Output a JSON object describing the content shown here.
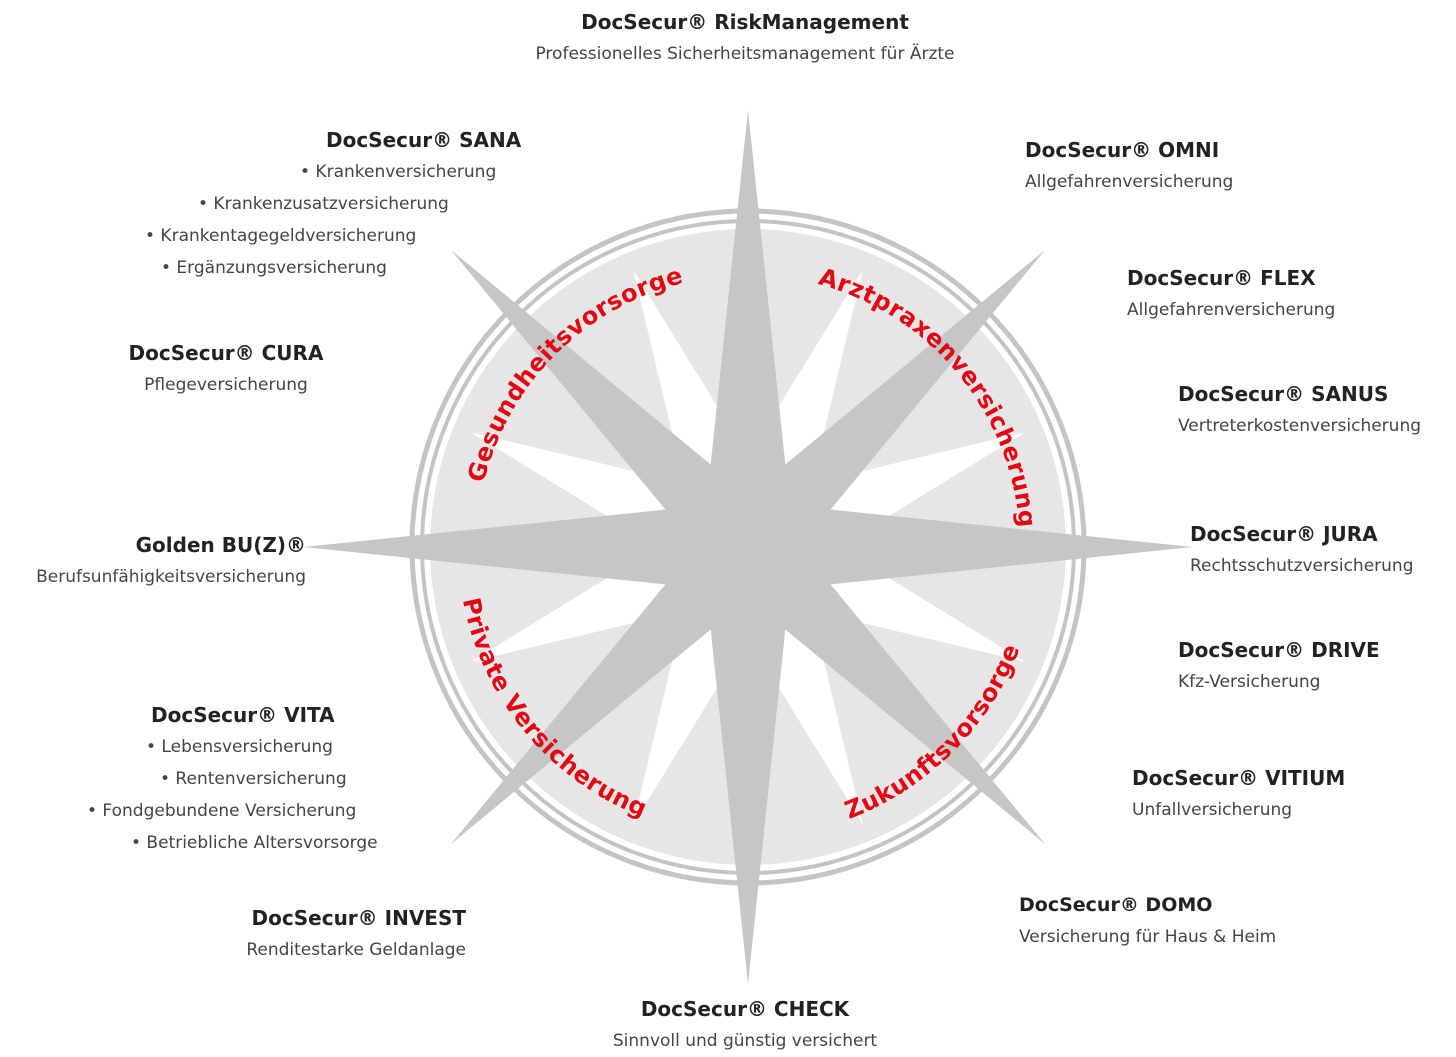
{
  "accent_color": "#e30613",
  "star_color": "#c6c6c6",
  "disc_color": "#e6e6e6",
  "ring_color": "#bcbcbc",
  "sections": {
    "health": "Gesundheitsvorsorge",
    "practice": "Arztpraxenversicherung",
    "private": "Private Versicherung",
    "future": "Zukunftsvorsorge"
  },
  "products": {
    "risk": {
      "title": "DocSecur® RiskManagement",
      "sub": "Professionelles Sicherheitsmanagement für Ärzte"
    },
    "omni": {
      "title": "DocSecur® OMNI",
      "sub": "Allgefahrenversicherung"
    },
    "flex": {
      "title": "DocSecur® FLEX",
      "sub": "Allgefahrenversicherung"
    },
    "sanus": {
      "title": "DocSecur® SANUS",
      "sub": "Vertreterkostenversicherung"
    },
    "jura": {
      "title": "DocSecur® JURA",
      "sub": "Rechtsschutzversicherung"
    },
    "drive": {
      "title": "DocSecur® DRIVE",
      "sub": "Kfz-Versicherung"
    },
    "vitium": {
      "title": "DocSecur® VITIUM",
      "sub": "Unfallversicherung"
    },
    "domo": {
      "title": "DocSecur® DOMO",
      "sub": "Versicherung für Haus & Heim"
    },
    "check": {
      "title": "DocSecur® CHECK",
      "sub": "Sinnvoll und günstig versichert"
    },
    "invest": {
      "title": "DocSecur® INVEST",
      "sub": "Renditestarke Geldanlage"
    },
    "vita": {
      "title": "DocSecur® VITA",
      "bullets": [
        "• Lebensversicherung",
        "• Rentenversicherung",
        "• Fondgebundene Versicherung",
        "• Betriebliche Altersvorsorge"
      ]
    },
    "golden": {
      "title": "Golden BU(Z)®",
      "sub": "Berufsunfähigkeitsversicherung"
    },
    "cura": {
      "title": "DocSecur® CURA",
      "sub": "Pflegeversicherung"
    },
    "sana": {
      "title": "DocSecur® SANA",
      "bullets": [
        "• Krankenversicherung",
        "• Krankenzusatzversicherung",
        "• Krankentagegeldversicherung",
        "• Ergänzungsversicherung"
      ]
    }
  }
}
